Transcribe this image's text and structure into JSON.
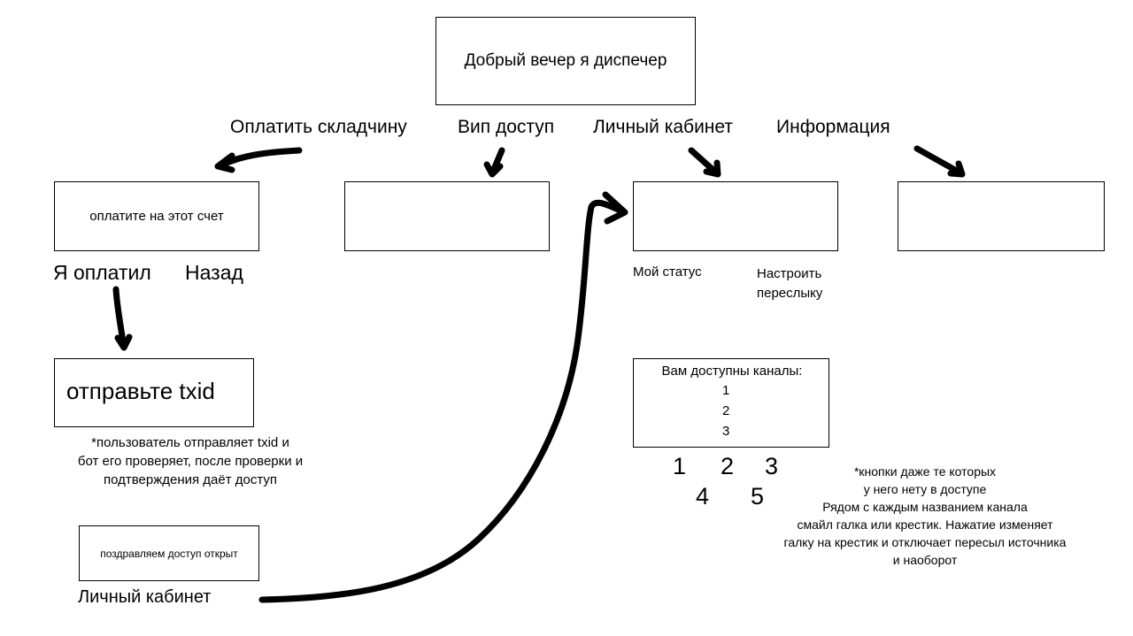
{
  "header": {
    "greeting": "Добрый вечер я диспечер"
  },
  "menu": {
    "pay": "Оплатить складчину",
    "vip": "Вип доступ",
    "cabinet": "Личный кабинет",
    "info": "Информация"
  },
  "pay_flow": {
    "pay_prompt": "оплатите на этот счет",
    "paid_button": "Я оплатил",
    "back_button": "Назад",
    "txid_prompt": "отправьте txid",
    "txid_note": [
      "*пользователь отправляет txid и",
      "бот его проверяет, после проверки и",
      "подтверждения даёт доступ"
    ],
    "success_message": "поздравляем доступ открыт",
    "cabinet_button": "Личный кабинет"
  },
  "cabinet_flow": {
    "status_button": "Мой статус",
    "forward_button": [
      "Настроить",
      "переслыку"
    ],
    "channels_title": "Вам доступны каналы:",
    "channels": [
      "1",
      "2",
      "3"
    ],
    "channel_buttons_row1": [
      "1",
      "2",
      "3"
    ],
    "channel_buttons_row2": [
      "4",
      "5"
    ],
    "channels_note": [
      "*кнопки даже те которых",
      "у него нету в доступе",
      "Рядом с каждым названием канала",
      "смайл галка или крестик. Нажатие изменяет",
      "галку на крестик и отключает пересыл источника",
      "и наоборот"
    ]
  }
}
